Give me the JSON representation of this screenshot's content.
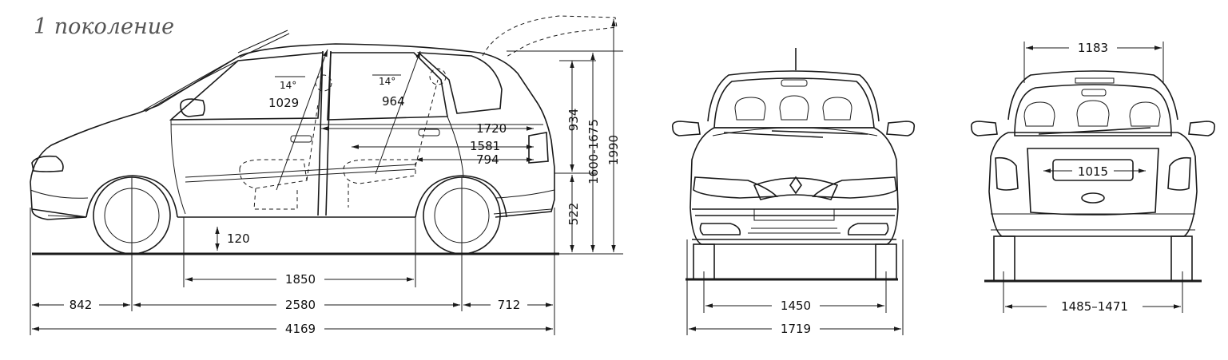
{
  "title": "1 поколение",
  "side_view": {
    "seat_angle_front": "14°",
    "seat_angle_rear": "14°",
    "front_seat_dim": "1029",
    "rear_seat_dim": "964",
    "interior_length": "1720",
    "rear_interior_length": "1581",
    "cargo_length": "794",
    "roof_to_belt": "934",
    "height_range": "1600-1675",
    "height_open_tailgate": "1990",
    "loading_height": "522",
    "ground_clearance": "120",
    "door_span": "1850",
    "front_overhang": "842",
    "wheelbase": "2580",
    "rear_overhang": "712",
    "overall_length": "4169"
  },
  "front_view": {
    "front_track": "1450",
    "overall_width": "1719"
  },
  "rear_view": {
    "roof_width": "1183",
    "tailgate_opening_width": "1015",
    "rear_track": "1485–1471"
  }
}
